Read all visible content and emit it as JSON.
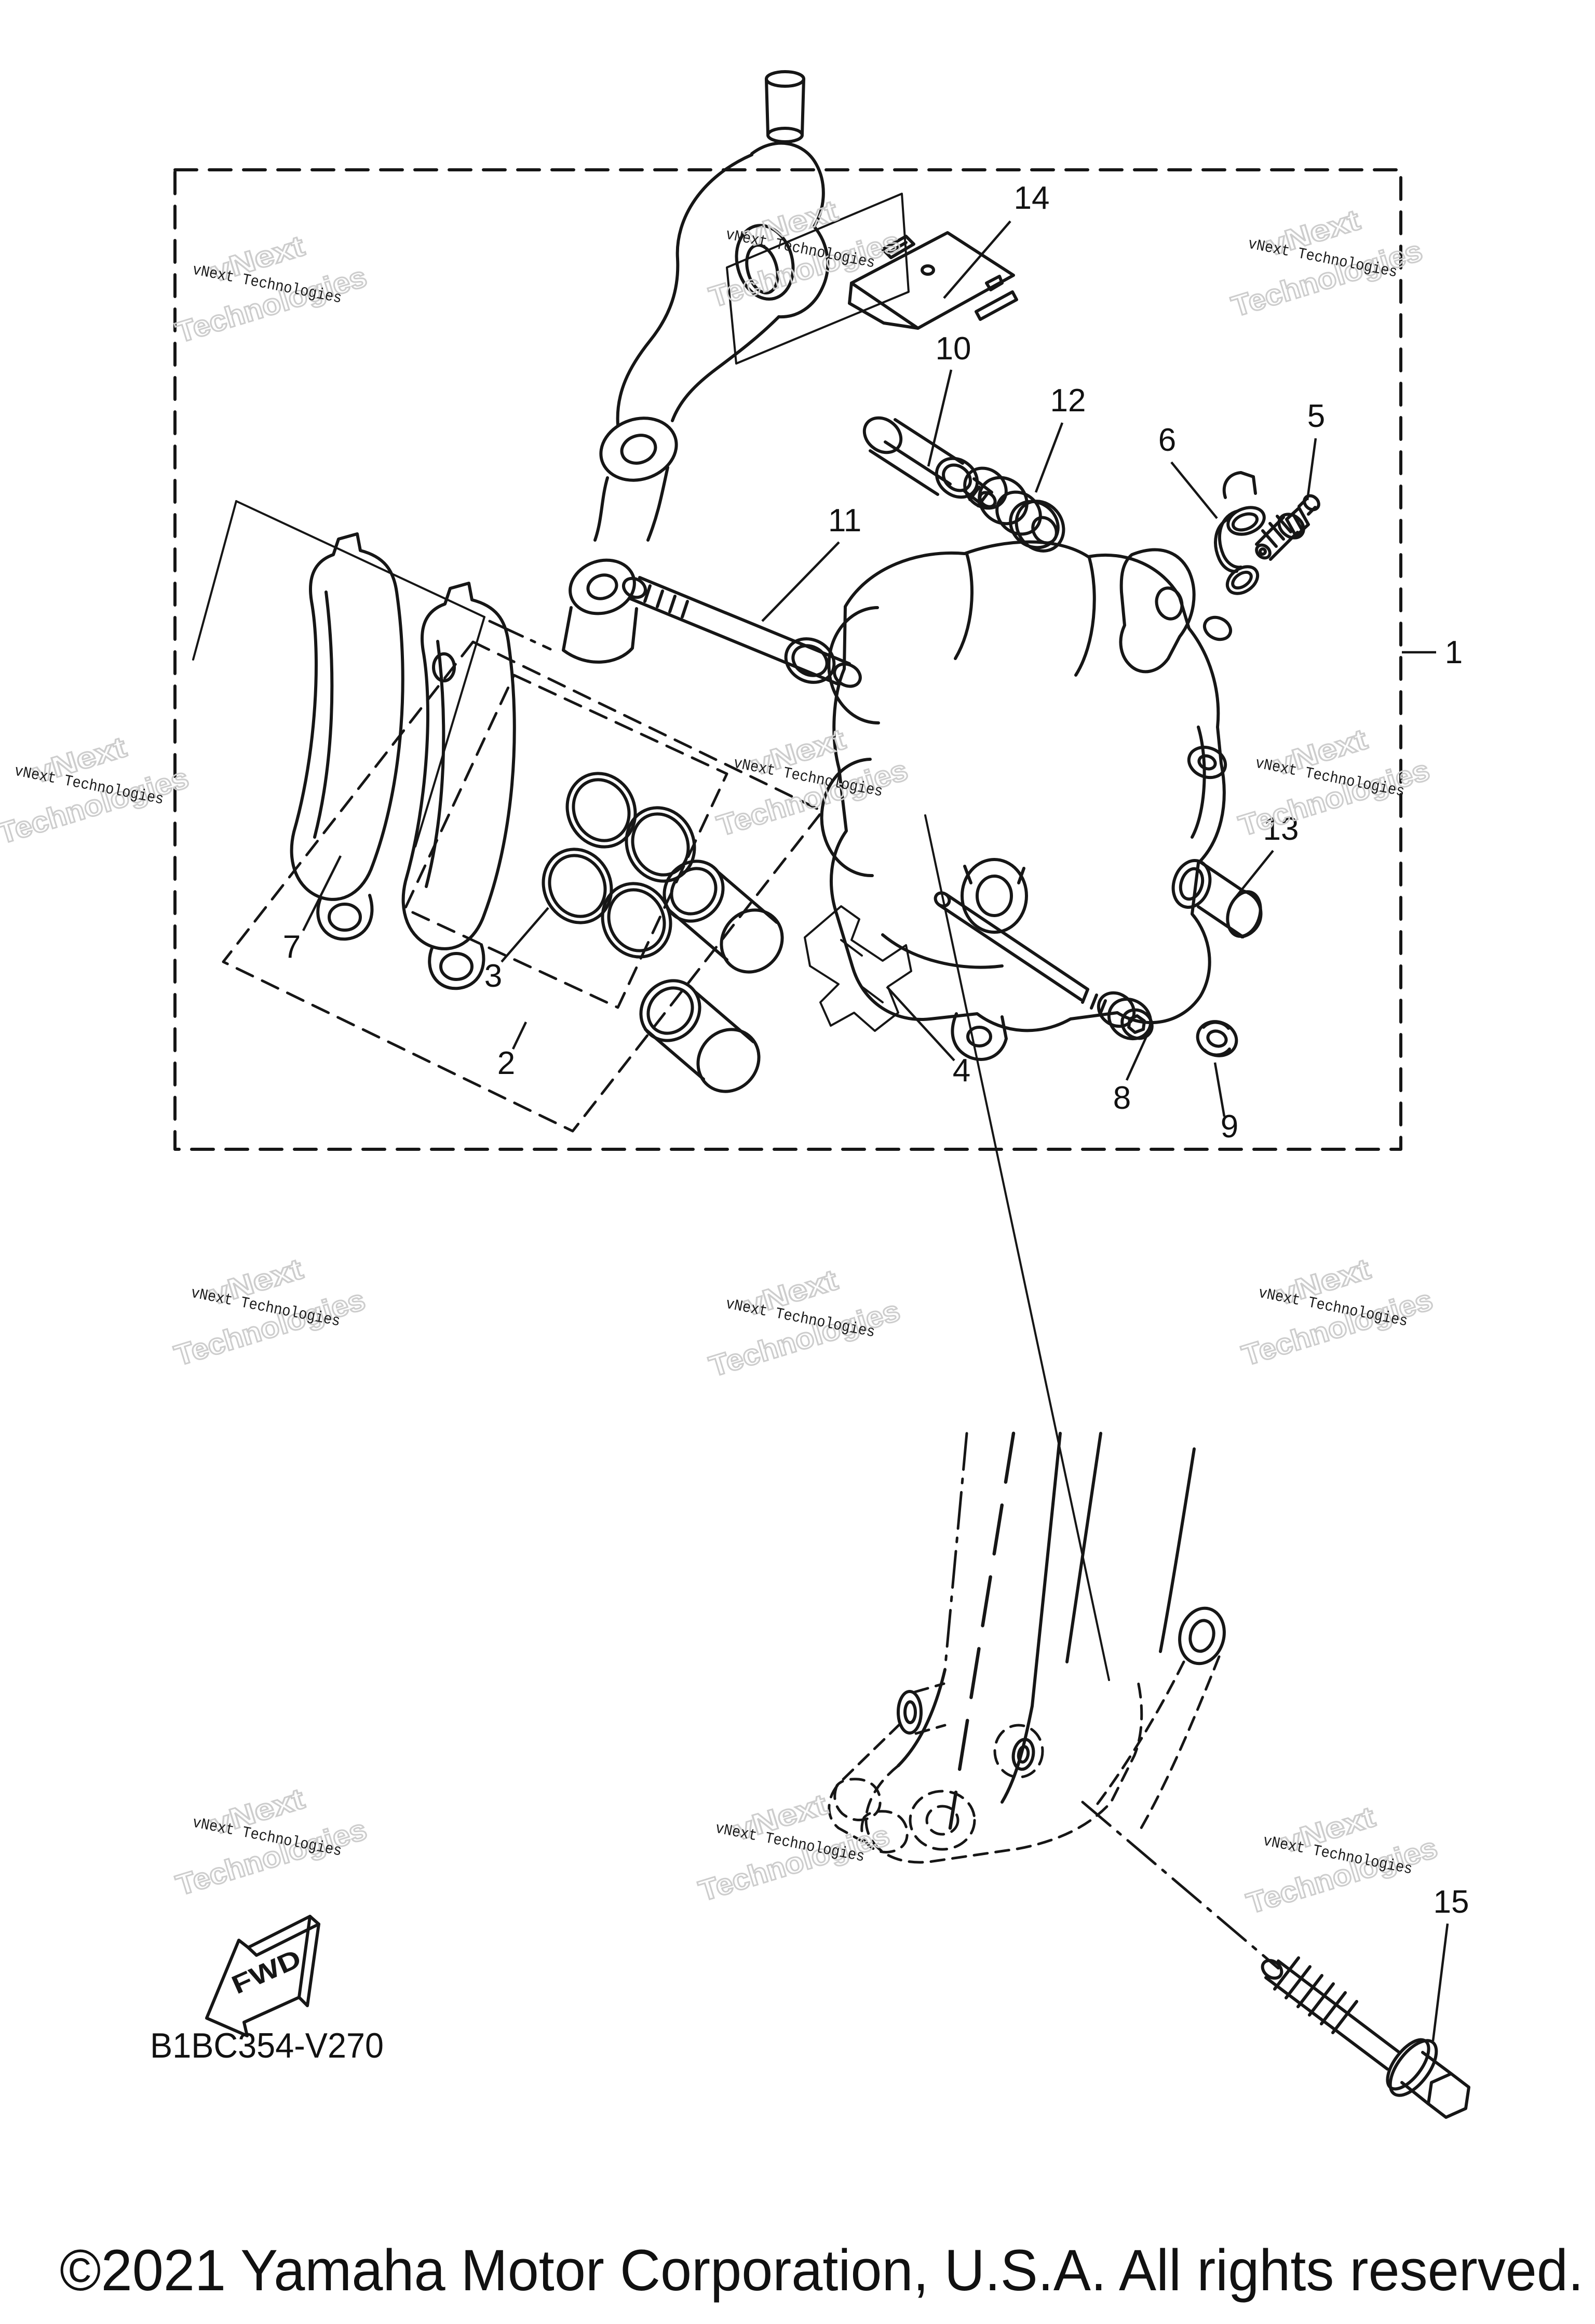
{
  "watermark": {
    "small": "vNext Technologies",
    "line1": "vNext",
    "line2": "Technologies"
  },
  "diagram": {
    "code": "B1BC354-V270",
    "fwd": "FWD",
    "labels": [
      "1",
      "2",
      "3",
      "4",
      "5",
      "6",
      "7",
      "8",
      "9",
      "10",
      "11",
      "12",
      "13",
      "14",
      "15"
    ]
  },
  "footer": {
    "copyright": "©2021 Yamaha Motor Corporation, U.S.A. All rights reserved."
  }
}
